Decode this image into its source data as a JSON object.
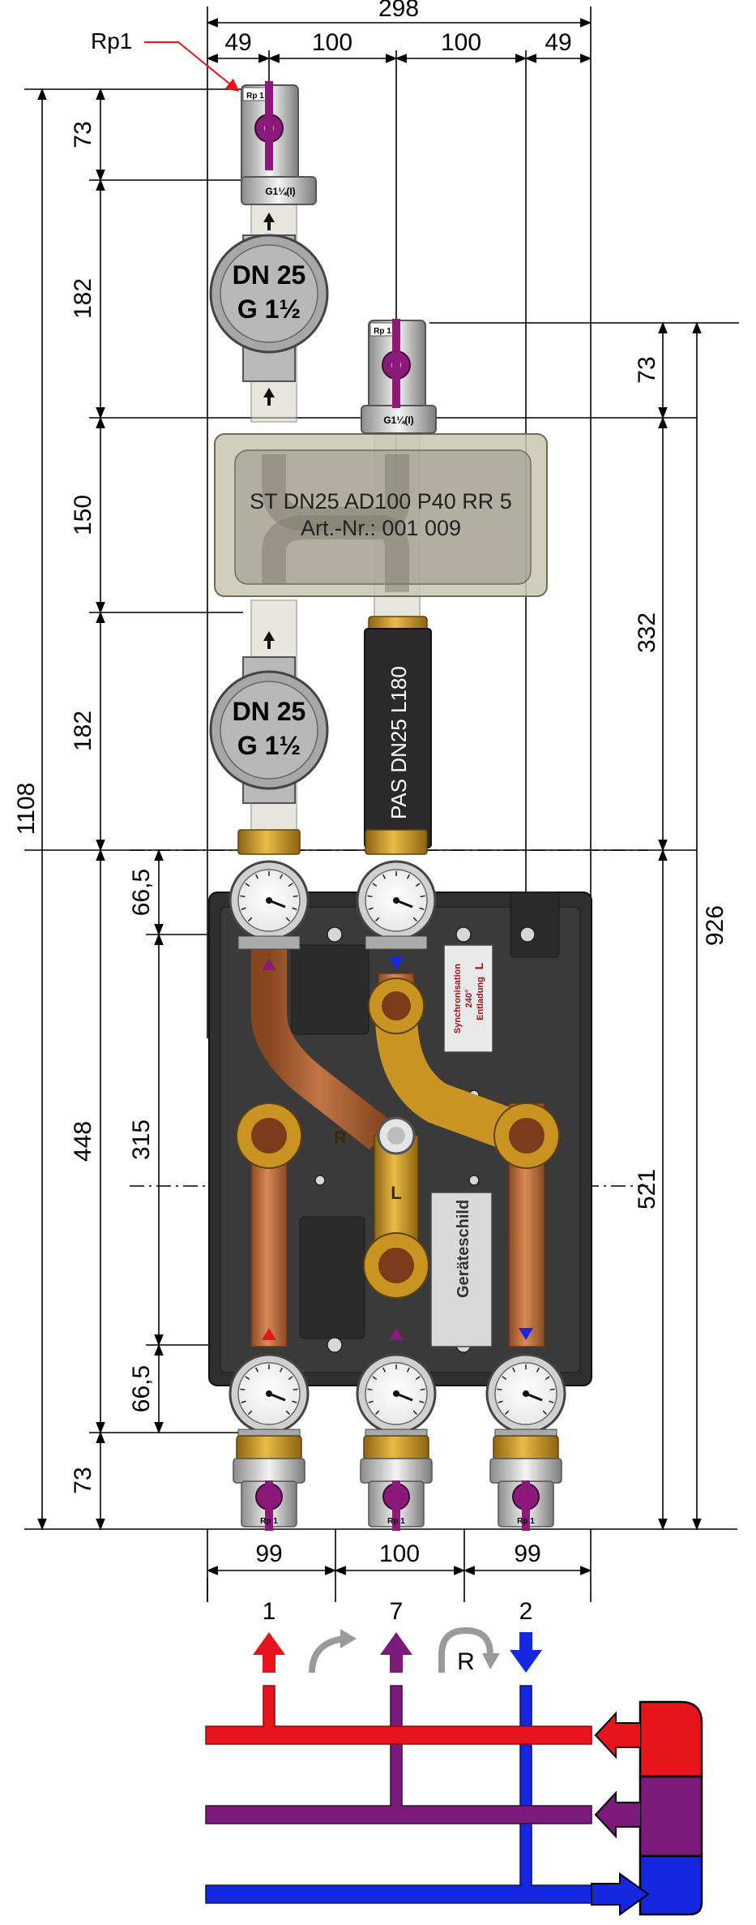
{
  "callout": {
    "rp1": "Rp1"
  },
  "dims_top": {
    "overall": "298",
    "seg": [
      "49",
      "100",
      "100",
      "49"
    ]
  },
  "dims_left": {
    "overall": "1108",
    "seg": [
      "73",
      "182",
      "150",
      "182",
      "448",
      "73"
    ],
    "inner": [
      "66,5",
      "315",
      "66,5"
    ]
  },
  "dims_right": {
    "overall": "926",
    "seg": [
      "73",
      "332",
      "521"
    ]
  },
  "dims_bottom": [
    "99",
    "100",
    "99"
  ],
  "port_numbers": [
    "1",
    "7",
    "2"
  ],
  "pumps": {
    "upper": {
      "line1": "DN 25",
      "line2": "G 1½"
    },
    "lower": {
      "line1": "DN 25",
      "line2": "G 1½"
    }
  },
  "fittings": {
    "rp1_valve": "Rp 1",
    "g1_union": "G1¼(I)"
  },
  "transparent_box": {
    "line1": "ST DN25 AD100 P40 RR 5",
    "line2": "Art.-Nr.: 001 009"
  },
  "pipe_label": "PAS DN25 L180",
  "red_tag": {
    "line1": "Synchronisation",
    "line2": "240°",
    "line3": "Entladung",
    "line4": "L"
  },
  "geraeteschild": "Geräteschild",
  "mixer_letters": {
    "r": "R",
    "l": "L"
  },
  "flow_symbols": {
    "r_label": "R"
  },
  "colors": {
    "red": "#e8141b",
    "purple": "#7a1a7a",
    "blue": "#1428e0",
    "grey_arrow": "#9a9a9a",
    "housing": "#333333",
    "brass": "#c99422",
    "copper": "#b86a3a"
  }
}
